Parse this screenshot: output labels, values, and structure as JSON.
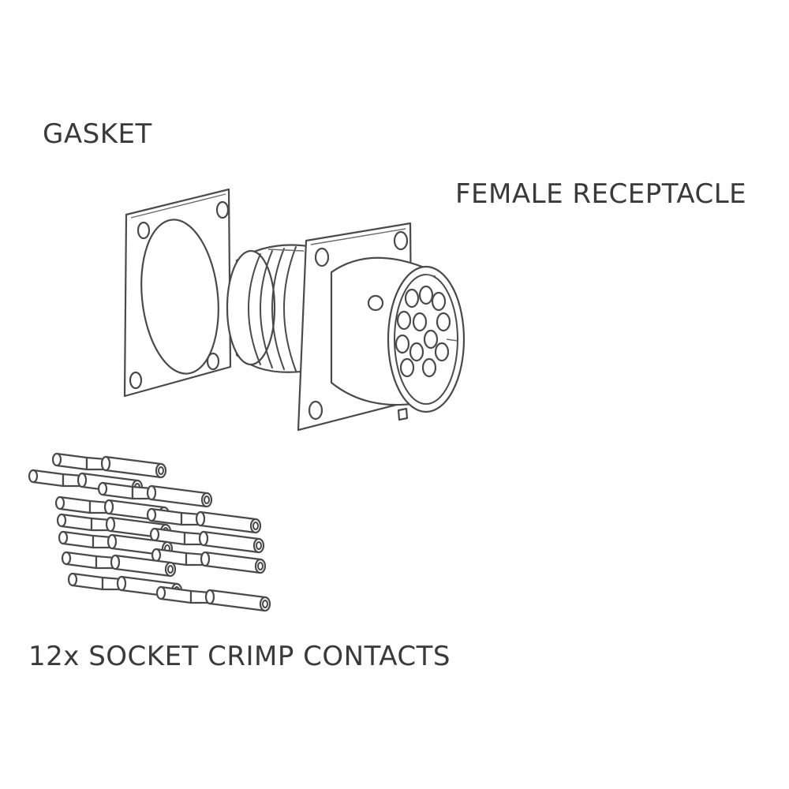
{
  "labels": {
    "gasket": "GASKET",
    "receptacle": "FEMALE RECEPTACLE",
    "contacts": "12x SOCKET CRIMP CONTACTS"
  },
  "parts": [
    {
      "id": "gasket",
      "icon": "square-gasket-icon"
    },
    {
      "id": "receptacle",
      "icon": "circular-connector-icon"
    },
    {
      "id": "contacts",
      "icon": "crimp-contact-icon",
      "count": 12
    }
  ],
  "colors": {
    "line": "#4a4a4a",
    "text": "#3a3a3a",
    "background": "#ffffff"
  }
}
